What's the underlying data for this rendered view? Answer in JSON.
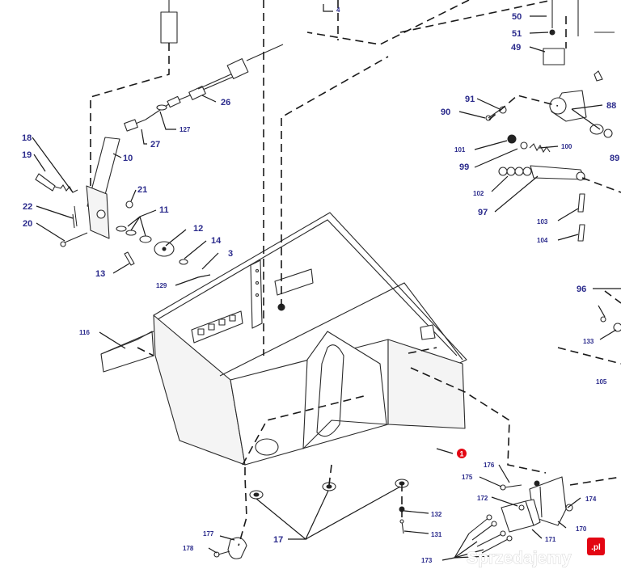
{
  "diagram": {
    "callouts": [
      "4",
      "50",
      "51",
      "49",
      "26",
      "127",
      "27",
      "10",
      "18",
      "19",
      "21",
      "22",
      "20",
      "11",
      "12",
      "14",
      "3",
      "13",
      "129",
      "116",
      "90",
      "91",
      "101",
      "100",
      "99",
      "102",
      "97",
      "103",
      "104",
      "96",
      "133",
      "105",
      "88",
      "89",
      "1",
      "176",
      "175",
      "172",
      "174",
      "170",
      "171",
      "173",
      "132",
      "131",
      "177",
      "178",
      "17"
    ],
    "highlight_color": "#e30613",
    "callout_color": "#2b2b8c"
  },
  "watermark": {
    "brand": "Sprzedajemy",
    "tld": ".pl"
  }
}
